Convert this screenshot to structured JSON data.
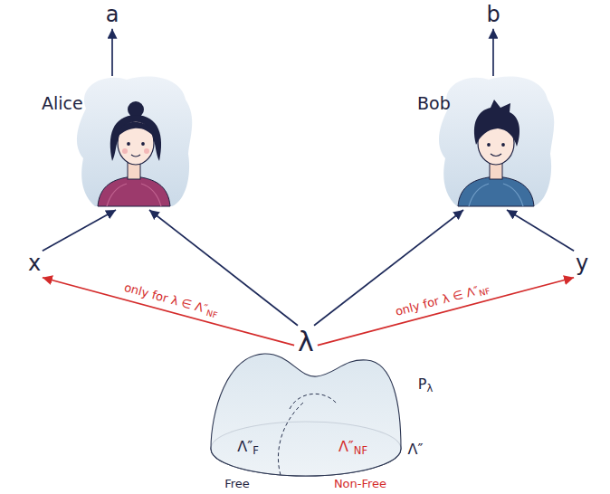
{
  "diagram": {
    "nodes": [
      {
        "text": [
          "a"
        ]
      },
      {
        "text": [
          "b"
        ]
      },
      {
        "text": [
          "Alice"
        ]
      },
      {
        "text": [
          "Bob"
        ]
      },
      {
        "text": [
          "x"
        ]
      },
      {
        "text": [
          "y"
        ]
      },
      {
        "text": [
          "λ"
        ]
      }
    ],
    "edges": [
      {
        "from": 2,
        "to": 0,
        "arrow": "to"
      },
      {
        "from": 3,
        "to": 1,
        "arrow": "to"
      },
      {
        "from": 4,
        "to": 2,
        "arrow": "to"
      },
      {
        "from": 6,
        "to": 2,
        "arrow": "to"
      },
      {
        "from": 6,
        "to": 3,
        "arrow": "to"
      },
      {
        "from": 5,
        "to": 3,
        "arrow": "to"
      },
      {
        "from": 6,
        "to": 4,
        "arrow": "to",
        "label": "only for λ ∈ Λ″NF"
      },
      {
        "from": 6,
        "to": 5,
        "arrow": "to",
        "label": "only for λ ∈ Λ″NF"
      }
    ],
    "labels": [
      "Pλ",
      "Λ″F",
      "Λ″NF",
      "Λ″",
      "Free",
      "Non-Free"
    ]
  }
}
